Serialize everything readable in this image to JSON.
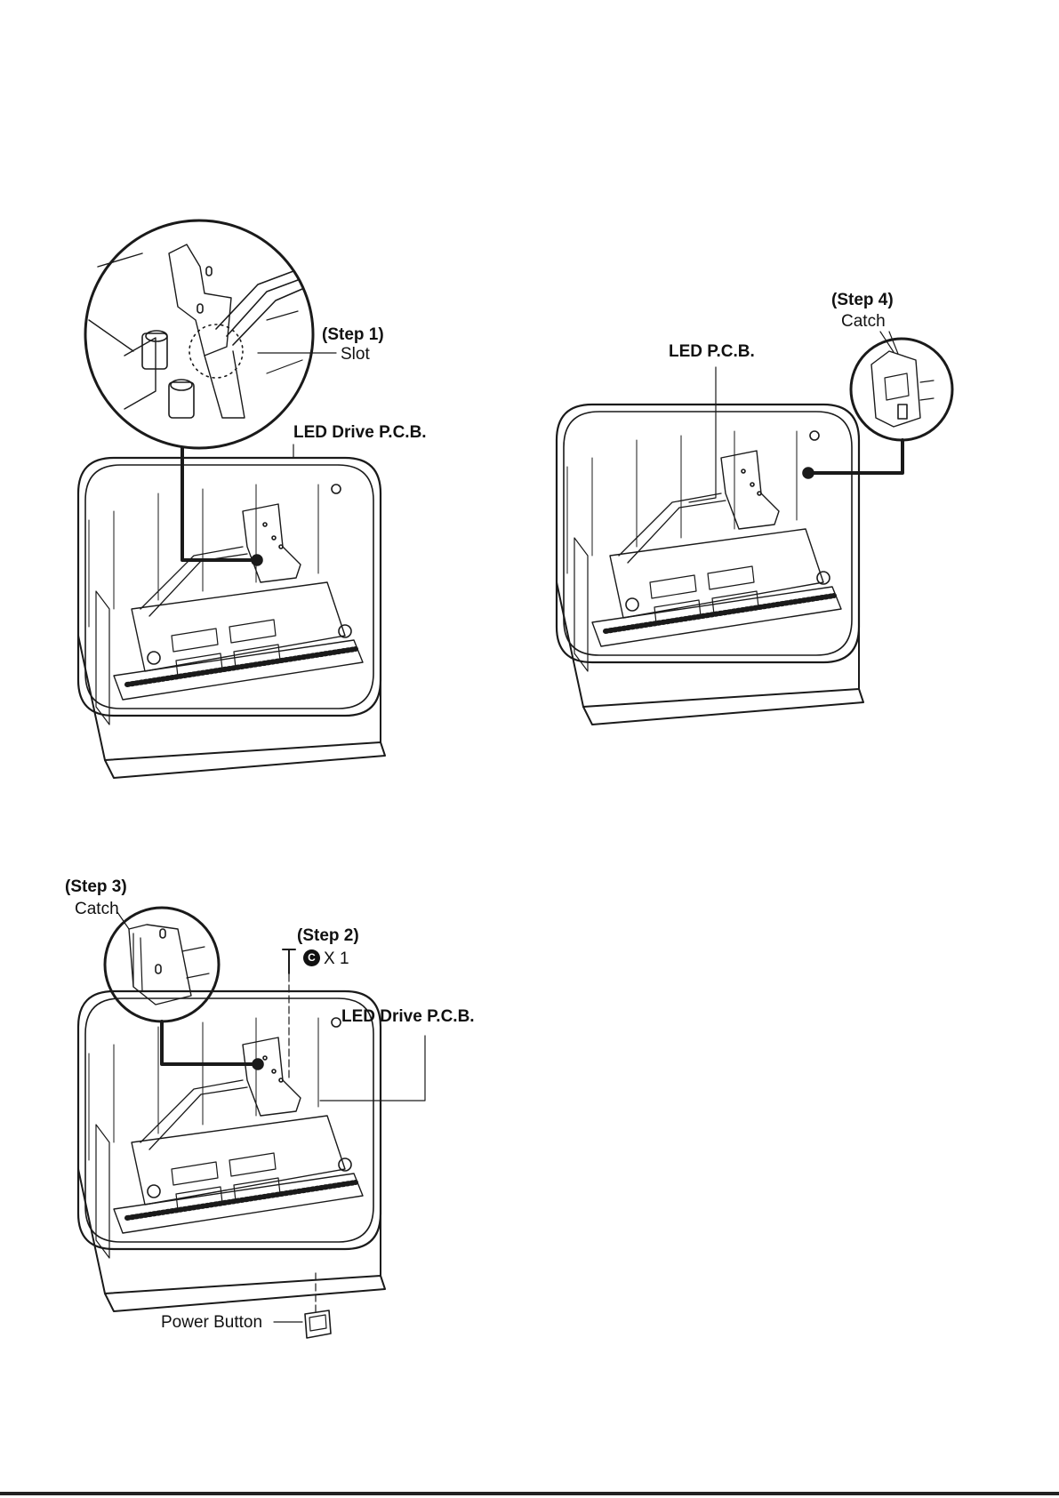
{
  "colors": {
    "line": "#1a1a1a",
    "background": "#ffffff"
  },
  "fig1": {
    "step_label": "(Step 1)",
    "slot_label": "Slot",
    "led_drive_label": "LED Drive P.C.B."
  },
  "fig2": {
    "step_label": "(Step 4)",
    "catch_label": "Catch",
    "led_pcb_label": "LED P.C.B."
  },
  "fig3": {
    "step3_label": "(Step 3)",
    "catch_label": "Catch",
    "step2_label": "(Step 2)",
    "screw_badge": "C",
    "screw_count": "X 1",
    "led_drive_label": "LED Drive P.C.B.",
    "power_button_label": "Power Button"
  }
}
